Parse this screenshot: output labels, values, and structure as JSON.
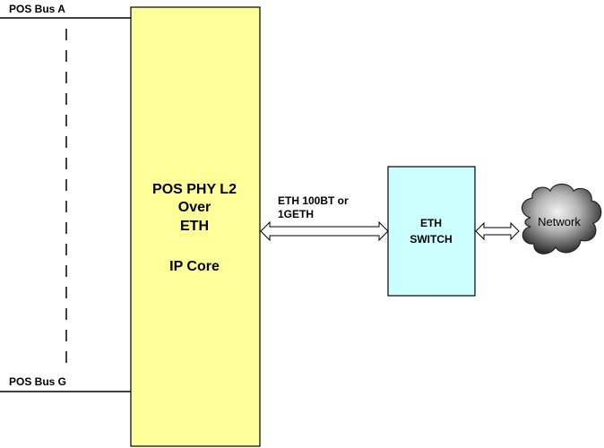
{
  "bus_top_label": "POS Bus A",
  "bus_bottom_label": "POS Bus G",
  "core": {
    "line1": "POS PHY L2",
    "line2": "Over",
    "line3": "ETH",
    "line4": "IP Core"
  },
  "link_label": {
    "line1": "ETH 100BT or",
    "line2": "1GETH"
  },
  "switch": {
    "line1": "ETH",
    "line2": "SWITCH"
  },
  "network_label": "Network",
  "colors": {
    "core_fill": "#ffff99",
    "switch_fill": "#ccffff",
    "stroke": "#000000"
  }
}
